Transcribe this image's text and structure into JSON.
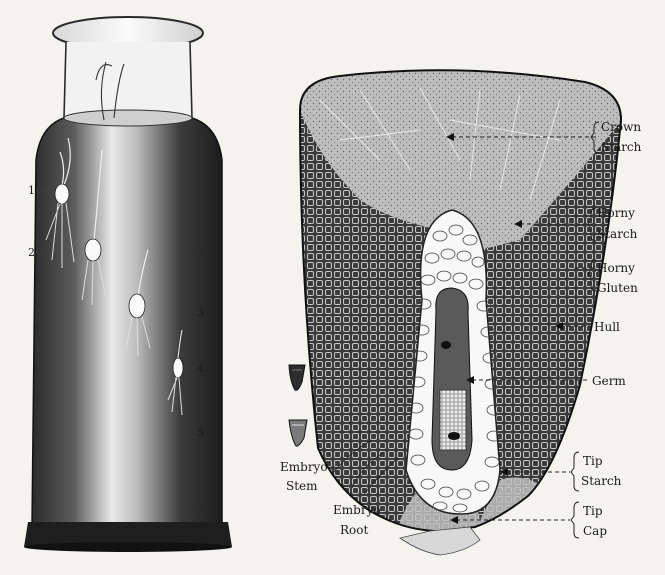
{
  "tube_numbers": [
    "1",
    "2",
    "3",
    "4",
    "5"
  ],
  "labels": {
    "crown_starch": [
      "Crown",
      "Starch"
    ],
    "horny_starch": [
      "Horny",
      "Starch"
    ],
    "horny_gluten": [
      "Horny",
      "Gluten"
    ],
    "hull": "Hull",
    "germ": "Germ",
    "tip_starch": [
      "Tip",
      "Starch"
    ],
    "tip_cap": [
      "Tip",
      "Cap"
    ],
    "embryo_stem": [
      "Embryo",
      "Stem"
    ],
    "embryo_root": [
      "Embryo",
      "Root"
    ]
  }
}
